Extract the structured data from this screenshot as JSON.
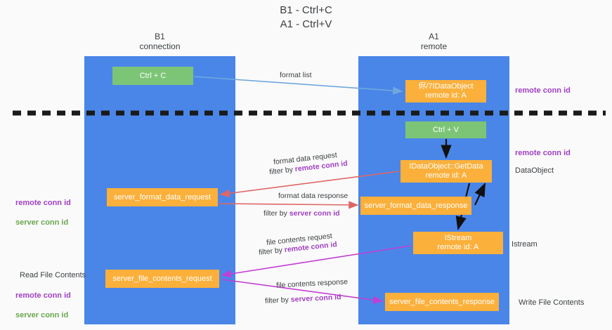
{
  "title": "B1 - Ctrl+C\nA1 - Ctrl+V",
  "lanes": [
    {
      "name": "b1",
      "label": "B1\nconnection",
      "color": "#4a86e8"
    },
    {
      "name": "a1",
      "label": "A1\nremote",
      "color": "#4a86e8"
    }
  ],
  "nodes": {
    "ctrl_c": "Ctrl + C",
    "idataobject": "侭/7IDataObject\nremote id: A",
    "ctrl_v": "Ctrl + V",
    "getdata": "IDataObject::GetData\nremote id: A",
    "server_format_data_request": "server_format_data_request",
    "server_format_data_response": "server_format_data_response",
    "istream": "IStream\nremote id: A",
    "server_file_contents_request": "server_file_contents_request",
    "server_file_contents_response": "server_file_contents_response"
  },
  "edge_labels": {
    "format_list": "format list",
    "format_data_request": "format data request",
    "filter_by": "filter by ",
    "remote_conn_id": "remote conn id",
    "format_data_response": "format data response",
    "server_conn_id": "server conn id",
    "file_contents_request": "file contents request",
    "file_contents_response": "file contents response"
  },
  "annotations": {
    "left_remote_conn_id": "remote conn id",
    "left_server_conn_id": "server conn id",
    "read_file_contents": "Read File Contents",
    "right_remote_conn_id_1": "remote conn id",
    "right_remote_conn_id_2": "remote conn id",
    "dataobject": "DataObject",
    "istream": "Istream",
    "write_file_contents": "Write File Contents"
  },
  "colors": {
    "lane": "#4a86e8",
    "green_node": "#7cc576",
    "orange_node": "#fbb03b",
    "purple_text": "#a13fc4",
    "green_text": "#6aa84f",
    "arrow_blue": "#6fa8dc",
    "arrow_red": "#e06666",
    "arrow_magenta": "#c23fd4",
    "arrow_black": "#000000",
    "divider": "#1a1a1a"
  }
}
